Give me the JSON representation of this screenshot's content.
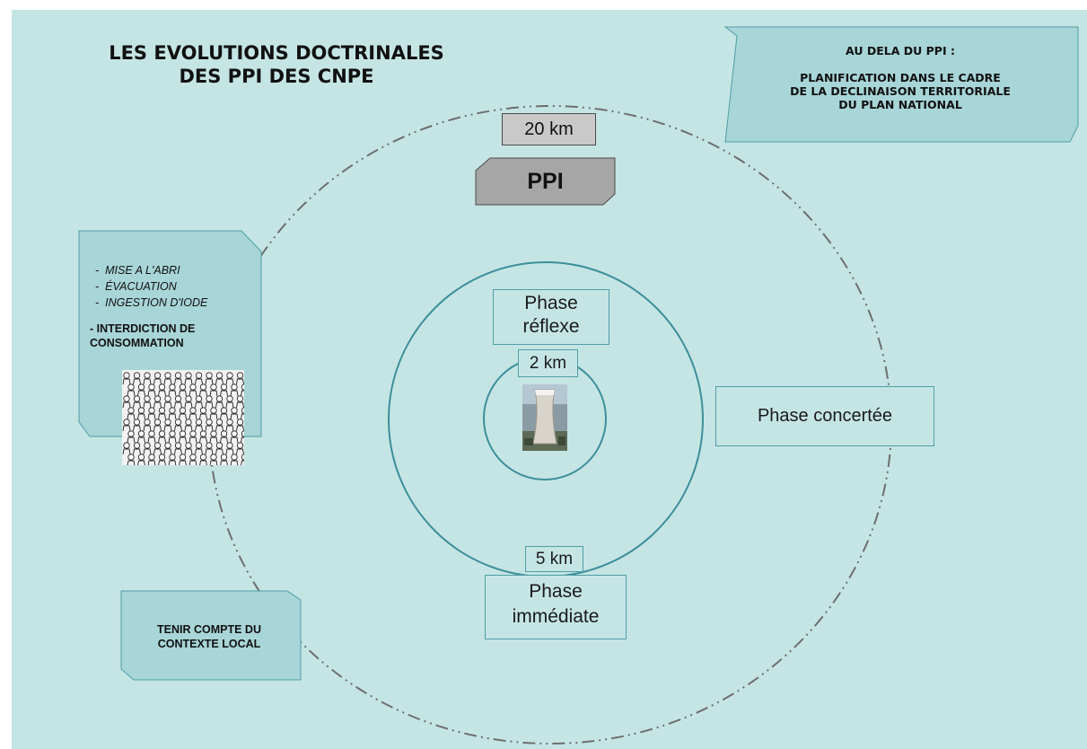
{
  "title": {
    "line1": "LES EVOLUTIONS DOCTRINALES",
    "line2": "DES PPI DES CNPE"
  },
  "top_right_box": {
    "heading": "AU DELA DU PPI :",
    "line1": "PLANIFICATION DANS LE CADRE",
    "line2": "DE LA DECLINAISON TERRITORIALE",
    "line3": "DU PLAN NATIONAL"
  },
  "rings": {
    "outer_label": "20 km",
    "middle_label": "5 km",
    "inner_label": "2 km",
    "ppi_label": "PPI"
  },
  "phases": {
    "reflexe_line1": "Phase",
    "reflexe_line2": "réflexe",
    "immediate_line1": "Phase",
    "immediate_line2": "immédiate",
    "concertee": "Phase concertée"
  },
  "left_box": {
    "items": [
      "MISE A L'ABRI",
      "ÉVACUATION",
      "INGESTION D'IODE"
    ],
    "bullet": "-",
    "strong_line1": "- INTERDICTION DE",
    "strong_line2": "CONSOMMATION"
  },
  "bottom_left_box": {
    "line1": "TENIR COMPTE DU",
    "line2": "CONTEXTE LOCAL"
  },
  "colors": {
    "background": "#c5e5e5",
    "ring_solid": "#3d8f9a",
    "ring_dashed": "#6e6e6e",
    "box_border": "#4e9ea5",
    "ppi_fill": "#a6a6a6",
    "km_label_fill": "#c9c9c9"
  },
  "images": {
    "crowd": "crowd-illustration",
    "plant": "cooling-tower-photo"
  }
}
